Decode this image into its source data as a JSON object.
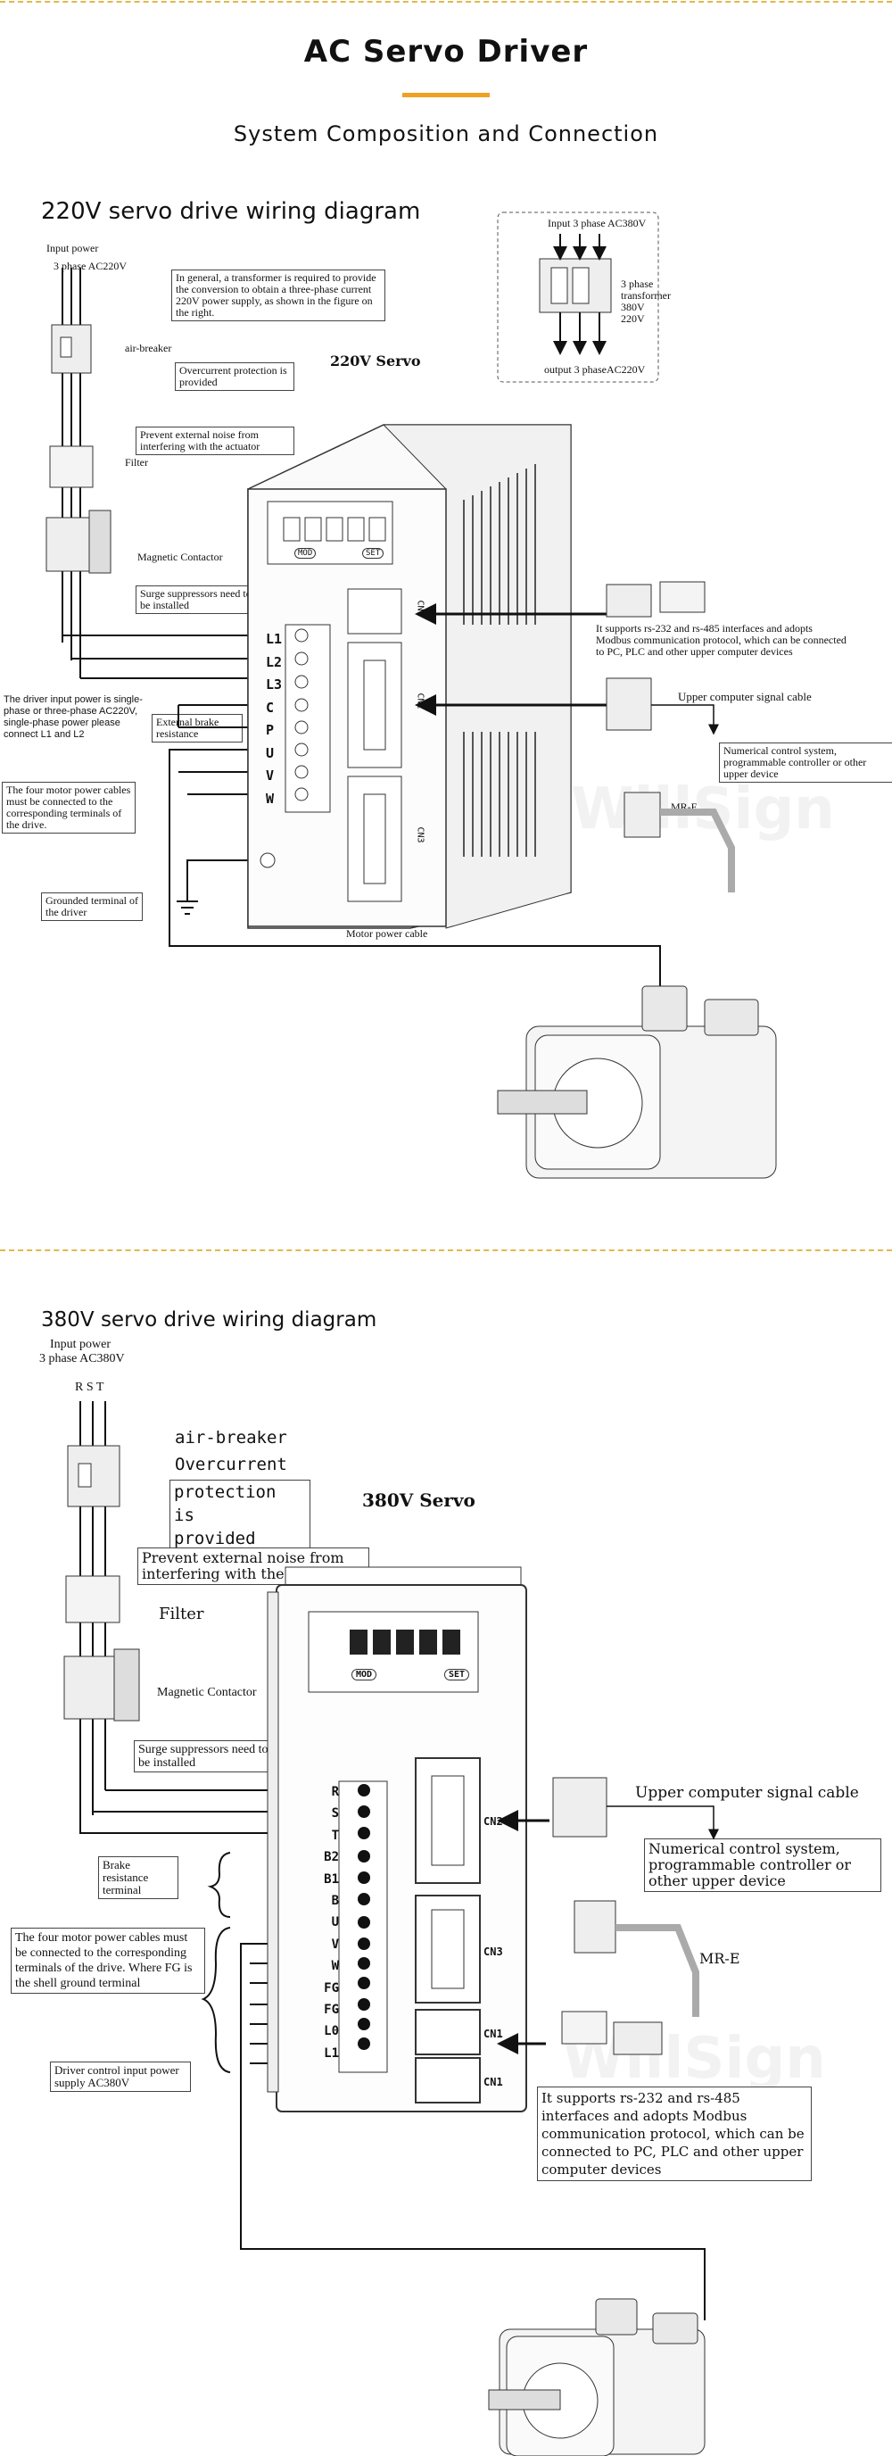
{
  "header": {
    "title": "AC Servo Driver",
    "subtitle": "System Composition and Connection"
  },
  "section220": {
    "title": "220V servo drive wiring diagram",
    "servo_label": "220V Servo",
    "input_power": "Input power",
    "input_phase": "3 phase AC220V",
    "transformer_note": "In general, a transformer is required to provide the conversion to obtain a three-phase current 220V power supply, as shown in the figure on the right.",
    "transformer_input": "Input 3 phase AC380V",
    "transformer_label": "3 phase transformer 380V 220V",
    "transformer_output": "output 3 phaseAC220V",
    "air_breaker": "air-breaker",
    "overcurrent": "Overcurrent protection is provided",
    "filter_note": "Prevent external noise from interfering with the actuator",
    "filter": "Filter",
    "magnetic_contactor": "Magnetic Contactor",
    "surge": "Surge suppressors need to be installed",
    "single_phase_note": "The driver input power is single-phase or three-phase AC220V, single-phase power please connect L1 and L2",
    "brake_resistance": "External brake resistance",
    "motor_cables": "The four motor power cables must be connected to the corresponding terminals of the drive.",
    "grounded": "Grounded terminal of the driver",
    "motor_power_cable": "Motor power cable",
    "rs_note": "It supports rs-232 and rs-485 interfaces and adopts Modbus communication protocol, which can be connected to PC, PLC and other upper computer devices",
    "upper_cable": "Upper computer signal cable",
    "nc_system": "Numerical control system, programmable controller or other upper device",
    "mr_e": "MR-E",
    "terminals": [
      "L1",
      "L2",
      "L3",
      "C",
      "P",
      "U",
      "V",
      "W"
    ],
    "ports": [
      "CN1",
      "CN2",
      "CN3"
    ],
    "buttons": [
      "MOD",
      "SET"
    ]
  },
  "section380": {
    "title": "380V servo drive wiring diagram",
    "servo_label": "380V Servo",
    "input_power": "Input power",
    "input_phase": "3 phase AC380V",
    "rst": "R S T",
    "air_breaker": "air-breaker",
    "overcurrent_1": "Overcurrent",
    "overcurrent_2": "protection is",
    "overcurrent_3": "provided",
    "filter_note": "Prevent external noise from interfering with the actuator",
    "filter": "Filter",
    "magnetic_contactor": "Magnetic Contactor",
    "surge": "Surge suppressors need to be installed",
    "brake": "Brake resistance terminal",
    "motor_cables": "The four motor power cables must be connected to the corresponding terminals of the drive. Where FG is the shell ground terminal",
    "control_input": "Driver control input power supply AC380V",
    "upper_cable": "Upper computer signal cable",
    "nc_system": "Numerical control system, programmable controller or other upper device",
    "mr_e": "MR-E",
    "rs_note": "It supports rs-232 and rs-485 interfaces and adopts Modbus communication protocol, which can be connected to PC, PLC and other upper computer devices",
    "terminals": [
      "R",
      "S",
      "T",
      "B2",
      "B1",
      "B",
      "U",
      "V",
      "W",
      "FG",
      "FG",
      "L0",
      "L1"
    ],
    "ports": [
      "CN2",
      "CN3",
      "CN1",
      "CN1"
    ],
    "buttons": [
      "MOD",
      "SET"
    ]
  },
  "watermark": "WillSign",
  "colors": {
    "accent": "#f0a020",
    "divider": "#e0b84c",
    "line": "#111111"
  }
}
